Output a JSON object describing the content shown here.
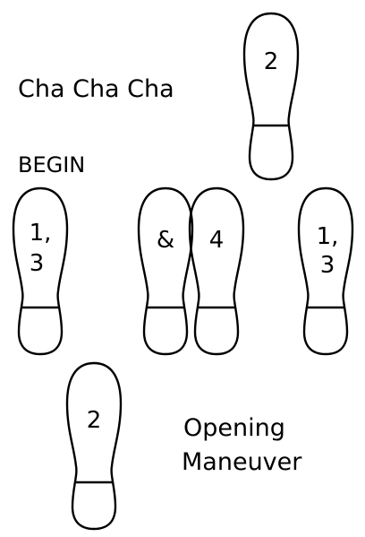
{
  "title": "Cha Cha Cha",
  "begin_label": "BEGIN",
  "caption": {
    "line1": "Opening",
    "line2": "Maneuver"
  },
  "footprints": [
    {
      "id": "top-right",
      "line1": "2",
      "line2": ""
    },
    {
      "id": "left",
      "line1": "1,",
      "line2": "3"
    },
    {
      "id": "center-left",
      "line1": "&",
      "line2": ""
    },
    {
      "id": "center-right",
      "line1": "4",
      "line2": ""
    },
    {
      "id": "right",
      "line1": "1,",
      "line2": "3"
    },
    {
      "id": "bottom",
      "line1": "2",
      "line2": ""
    }
  ]
}
